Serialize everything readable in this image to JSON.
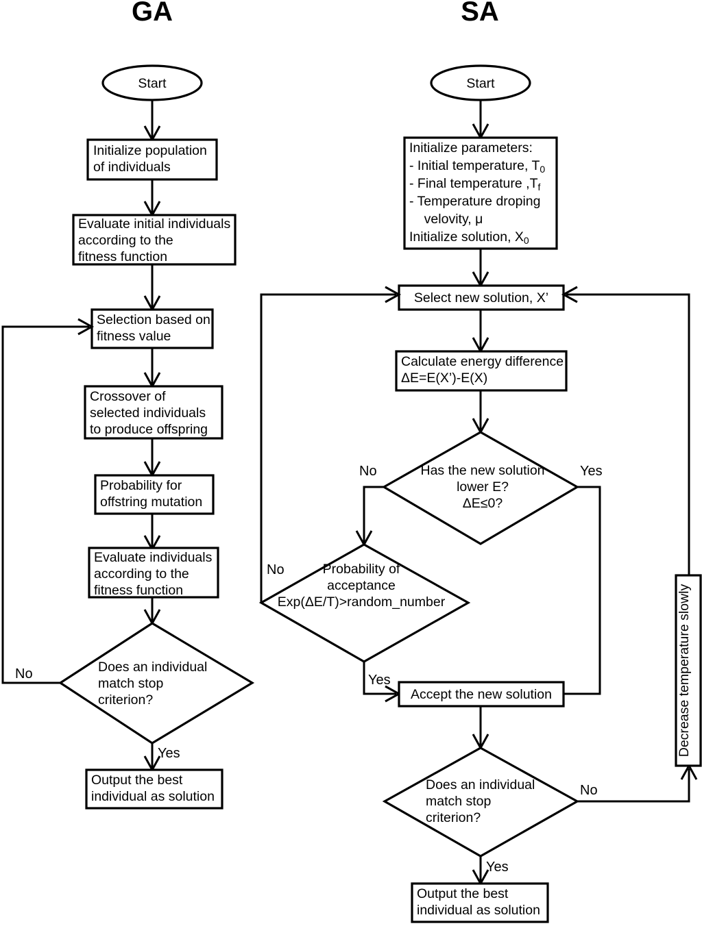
{
  "figure": {
    "kind": "flowchart-comparison",
    "columns": [
      {
        "id": "ga",
        "title": "GA"
      },
      {
        "id": "sa",
        "title": "SA"
      }
    ]
  },
  "ga": {
    "title": "GA",
    "nodes": {
      "start": {
        "shape": "ellipse",
        "label": "Start"
      },
      "init_population": {
        "shape": "process",
        "lines": [
          "Initialize population",
          "of individuals"
        ]
      },
      "evaluate_initial": {
        "shape": "process",
        "lines": [
          "Evaluate initial individuals",
          "according to the",
          "fitness function"
        ]
      },
      "selection": {
        "shape": "process",
        "lines": [
          "Selection based on",
          "fitness value"
        ]
      },
      "crossover": {
        "shape": "process",
        "lines": [
          "Crossover of",
          "selected individuals",
          "to produce offspring"
        ]
      },
      "mutation": {
        "shape": "process",
        "lines": [
          "Probability for",
          "offstring mutation"
        ]
      },
      "evaluate_individuals": {
        "shape": "process",
        "lines": [
          "Evaluate individuals",
          "according to the",
          "fitness function"
        ]
      },
      "stop_decision": {
        "shape": "decision",
        "lines": [
          "Does an individual",
          "match stop",
          "criterion?"
        ]
      },
      "output": {
        "shape": "process",
        "lines": [
          "Output the best",
          "individual as solution"
        ]
      }
    },
    "edge_labels": {
      "stop_no": "No",
      "stop_yes": "Yes"
    }
  },
  "sa": {
    "title": "SA",
    "nodes": {
      "start": {
        "shape": "ellipse",
        "label": "Start"
      },
      "init_parameters": {
        "shape": "process",
        "lines": [
          {
            "text": "Initialize parameters:",
            "indent": 0
          },
          {
            "text": " - Initial temperature, T",
            "sub": "0",
            "indent": 0
          },
          {
            "text": " - Final temperature ,T",
            "sub": "f",
            "indent": 0
          },
          {
            "text": " - Temperature droping",
            "sub": "",
            "indent": 0
          },
          {
            "text": "    velovity, μ",
            "sub": "",
            "indent": 0
          },
          {
            "text": "Initialize solution, X",
            "sub": "0",
            "indent": 0
          }
        ]
      },
      "select_new": {
        "shape": "process",
        "lines": [
          "Select new solution, X’"
        ]
      },
      "calc_energy": {
        "shape": "process",
        "lines": [
          "Calculate energy difference",
          "ΔE=E(X’)-E(X)"
        ]
      },
      "lower_e_decision": {
        "shape": "decision",
        "lines": [
          "Has the new solution",
          "lower E?",
          "ΔE≤0?"
        ]
      },
      "probability_decision": {
        "shape": "decision",
        "lines": [
          "Probability of",
          "acceptance",
          "Exp(ΔE/T)>random_number"
        ]
      },
      "accept": {
        "shape": "process",
        "lines": [
          "Accept the new solution"
        ]
      },
      "decrease_temperature": {
        "shape": "process-vertical",
        "lines": [
          "Decrease temperature slowly"
        ]
      },
      "stop_decision": {
        "shape": "decision",
        "lines": [
          "Does an individual",
          "match stop",
          "criterion?"
        ]
      },
      "output": {
        "shape": "process",
        "lines": [
          "Output the best",
          "individual as solution"
        ]
      }
    },
    "edge_labels": {
      "lower_e_no": "No",
      "lower_e_yes": "Yes",
      "probability_no": "No",
      "probability_yes": "Yes",
      "stop_no": "No",
      "stop_yes": "Yes"
    }
  },
  "style": {
    "stroke": "#000000",
    "fill": "#ffffff",
    "background": "#ffffff"
  }
}
